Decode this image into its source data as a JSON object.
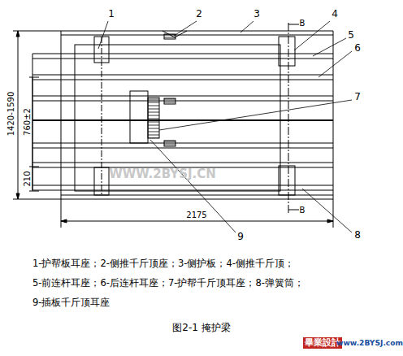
{
  "diagram": {
    "caption": "图2-1 掩护梁",
    "labels": [
      "1",
      "2",
      "3",
      "4",
      "B",
      "5",
      "6",
      "7",
      "9",
      "8",
      "B",
      "1420-1590",
      "760±2",
      "210",
      "2175",
      "WWW.2BYSJ.CN",
      "1-护帮板耳座；2-侧推千斤顶座；3-侧护板；4-侧推千斤顶；",
      "5-前连杆耳座；6-后连杆耳座；7-护帮千斤顶耳座；8-弹簧筒；",
      "9-插板千斤顶耳座",
      "畢業設計",
      "www.2BYSJ.com"
    ]
  }
}
